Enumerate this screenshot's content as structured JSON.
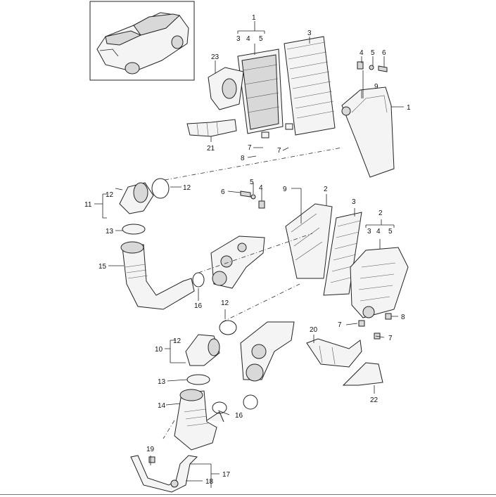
{
  "diagram": {
    "callouts": {
      "c1_top": "1",
      "c3_top": "3",
      "c4_top": "4",
      "c5_top": "5",
      "c23": "23",
      "c3_filter": "3",
      "c4_hw": "4",
      "c5_hw": "5",
      "c6_hw": "6",
      "c9_hw": "9",
      "c1_right": "1",
      "c21": "21",
      "c7_a": "7",
      "c8_a": "8",
      "c7_b": "7",
      "c11": "11",
      "c12_a": "12",
      "c12_b": "12",
      "c13_a": "13",
      "c15": "15",
      "c16_a": "16",
      "c6_mid": "6",
      "c5_mid": "5",
      "c4_mid": "4",
      "c9_mid": "9",
      "c2_box": "2",
      "c3_mid": "3",
      "c2_group": "2",
      "c3_group": "3",
      "c4_group": "4",
      "c5_group": "5",
      "c8_b": "8",
      "c7_c": "7",
      "c7_d": "7",
      "c12_c": "12",
      "c10": "10",
      "c12_d": "12",
      "c13_b": "13",
      "c14": "14",
      "c16_b": "16",
      "c20": "20",
      "c22": "22",
      "c19": "19",
      "c17": "17",
      "c18": "18"
    }
  }
}
